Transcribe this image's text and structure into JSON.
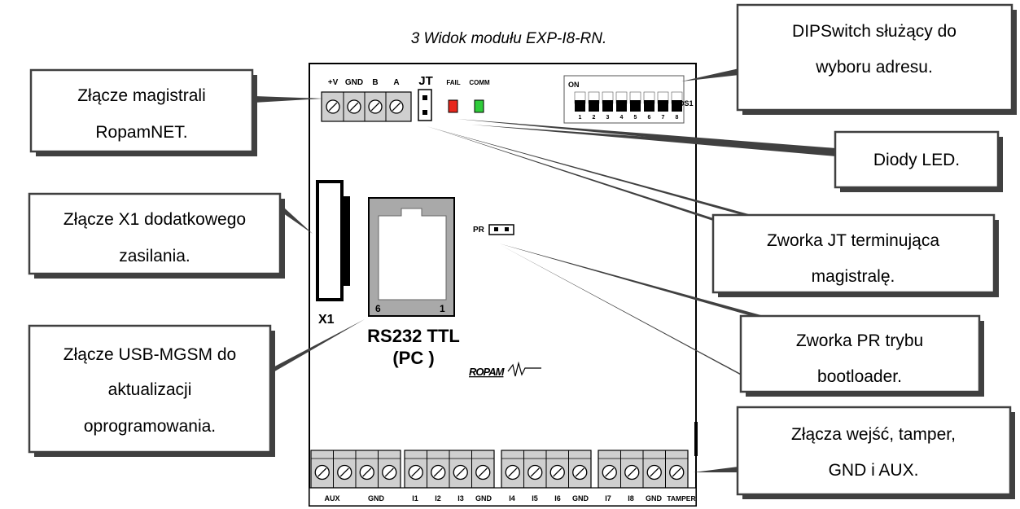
{
  "figure": {
    "caption": "3 Widok modułu EXP-I8-RN."
  },
  "board": {
    "bus_pins": [
      "+V",
      "GND",
      "B",
      "A"
    ],
    "jt_label": "JT",
    "led_labels": [
      "FAIL",
      "COMM"
    ],
    "led_colors": [
      "#e8271d",
      "#2fcc3a"
    ],
    "dip": {
      "on_label": "ON",
      "name": "DS1",
      "numbers": [
        "1",
        "2",
        "3",
        "4",
        "5",
        "6",
        "7",
        "8"
      ]
    },
    "pr_label": "PR",
    "x1_label": "X1",
    "rj_pins": [
      "6",
      "1"
    ],
    "rs232_line1": "RS232 TTL",
    "rs232_line2": "(PC )",
    "logo_text": "ROPAM",
    "terminal_labels": [
      "AUX",
      "GND",
      "I1",
      "I2",
      "I3",
      "GND",
      "I4",
      "I5",
      "I6",
      "GND",
      "I7",
      "I8",
      "GND",
      "TAMPER"
    ]
  },
  "callouts": {
    "bus": [
      "Złącze magistrali",
      "RopamNET."
    ],
    "x1": [
      "Złącze X1 dodatkowego",
      "zasilania."
    ],
    "usb": [
      "Złącze USB-MGSM do",
      "aktualizacji",
      "oprogramowania."
    ],
    "dip": [
      "DIPSwitch służący do",
      "wyboru adresu."
    ],
    "led": [
      "Diody LED."
    ],
    "jt": [
      "Zworka JT terminująca",
      "magistralę."
    ],
    "pr": [
      "Zworka PR trybu",
      "bootloader."
    ],
    "inputs": [
      "Złącza wejść, tamper,",
      "GND i AUX."
    ]
  }
}
